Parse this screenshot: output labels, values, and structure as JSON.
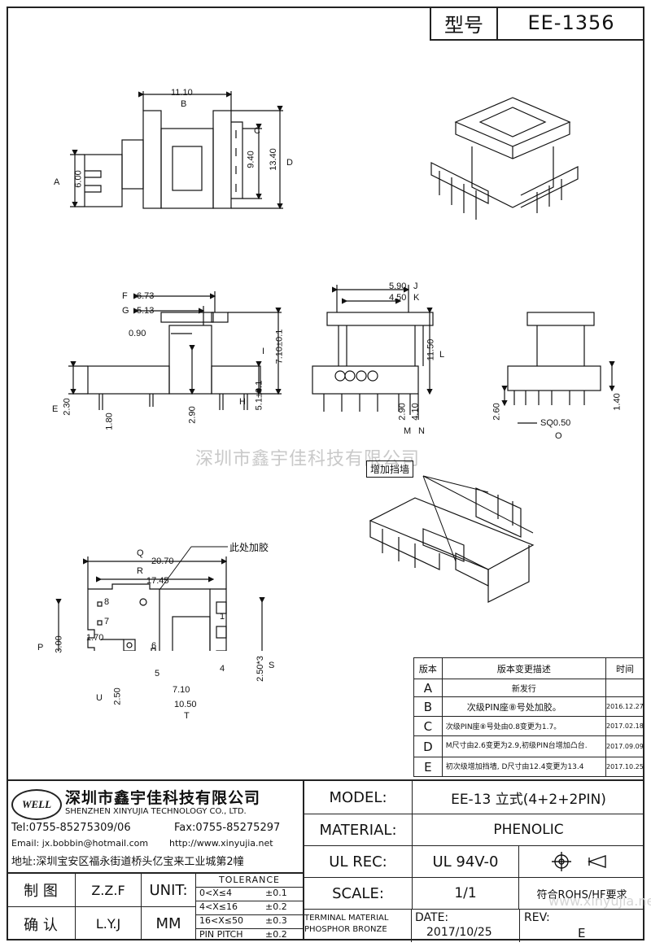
{
  "header": {
    "model_label": "型号",
    "model_value": "EE-1356"
  },
  "dims_view1": {
    "d1": "11.10",
    "t1": "B",
    "d2": "6.00",
    "t2": "A",
    "d3": "9.40",
    "t3": "C",
    "d4": "13.40",
    "t4": "D"
  },
  "dims_view2": {
    "d1": "6.73",
    "t1": "F",
    "d2": "5.13",
    "t2": "G",
    "d3": "0.90",
    "d4": "7.10±0.1",
    "t4": "I",
    "d5": "2.30",
    "t5": "E",
    "d6": "1.80",
    "d7": "2.90",
    "d8": "5.1±0.1",
    "t8": "H"
  },
  "dims_view3": {
    "d1": "5.90",
    "t1": "J",
    "d2": "4.50",
    "t2": "K",
    "d3": "11.50",
    "t3": "L",
    "d4": "2.90",
    "t4": "M",
    "d5": "4.10",
    "t5": "N"
  },
  "dims_view4": {
    "d1": "2.60",
    "d2": "SQ0.50",
    "t2": "O",
    "d3": "1.40"
  },
  "dims_view5": {
    "d1": "20.70",
    "t1": "Q",
    "d2": "17.45",
    "t2": "R",
    "d3": "3.00",
    "t3": "P",
    "d4": "1.70",
    "d5": "2.50",
    "t5": "U",
    "d6": "7.10",
    "d7": "10.50",
    "t7": "T",
    "d8": "2.50*3",
    "t8": "S",
    "glue_note": "此处加胶",
    "pin8": "8",
    "pin7": "7",
    "pin6": "6",
    "pin5": "5",
    "pin4": "4",
    "pin1": "1"
  },
  "callout": "增加挡墙",
  "watermark": "深圳市鑫宇佳科技有限公司",
  "watermark_url": "www.xinyujia.net",
  "revisions": {
    "headers": [
      "版本",
      "版本变更描述",
      "时间"
    ],
    "rows": [
      {
        "ver": "A",
        "desc": "新发行",
        "date": ""
      },
      {
        "ver": "B",
        "desc": "次级PIN座⑧号处加胶。",
        "date": "2016.12.27"
      },
      {
        "ver": "C",
        "desc": "次级PIN座⑧号处由0.8变更为1.7。",
        "date": "2017.02.18"
      },
      {
        "ver": "D",
        "desc": "M尺寸由2.6变更为2.9,初级PIN台增加凸台.",
        "date": "2017.09.09"
      },
      {
        "ver": "E",
        "desc": "初次级增加挡墙, D尺寸由12.4变更为13.4",
        "date": "2017.10.25"
      }
    ]
  },
  "company": {
    "logo": "WELL",
    "name_cn": "深圳市鑫宇佳科技有限公司",
    "name_en": "SHENZHEN XINYUJIA TECHNOLOGY CO., LTD.",
    "tel": "Tel:0755-85275309/06",
    "fax": "Fax:0755-85275297",
    "email": "Email: jx.bobbin@hotmail.com",
    "web": "http://www.xinyujia.net",
    "address": "地址:深圳宝安区福永街道桥头亿宝来工业城第2幢"
  },
  "titleblock": {
    "model_label": "MODEL:",
    "model_value": "EE-13 立式(4+2+2PIN)",
    "material_label": "MATERIAL:",
    "material_value": "PHENOLIC",
    "ulrec_label": "UL REC:",
    "ulrec_value": "UL 94V-0",
    "scale_label": "SCALE:",
    "scale_value": "1/1",
    "rohs": "符合ROHS/HF要求",
    "terminal_label": "TERMINAL MATERIAL",
    "terminal_value": "PHOSPHOR BRONZE",
    "date_label": "DATE:",
    "date_value": "2017/10/25",
    "rev_label": "REV:",
    "rev_value": "E",
    "draw_label": "制  图",
    "draw_value": "Z.Z.F",
    "check_label": "确  认",
    "check_value": "L.Y.J",
    "unit_label": "UNIT:",
    "unit_value": "MM",
    "tol_title": "TOLERANCE",
    "tol": [
      {
        "range": "0<X≤4",
        "val": "±0.1"
      },
      {
        "range": "4<X≤16",
        "val": "±0.2"
      },
      {
        "range": "16<X≤50",
        "val": "±0.3"
      },
      {
        "range": "PIN PITCH",
        "val": "±0.2"
      }
    ]
  }
}
